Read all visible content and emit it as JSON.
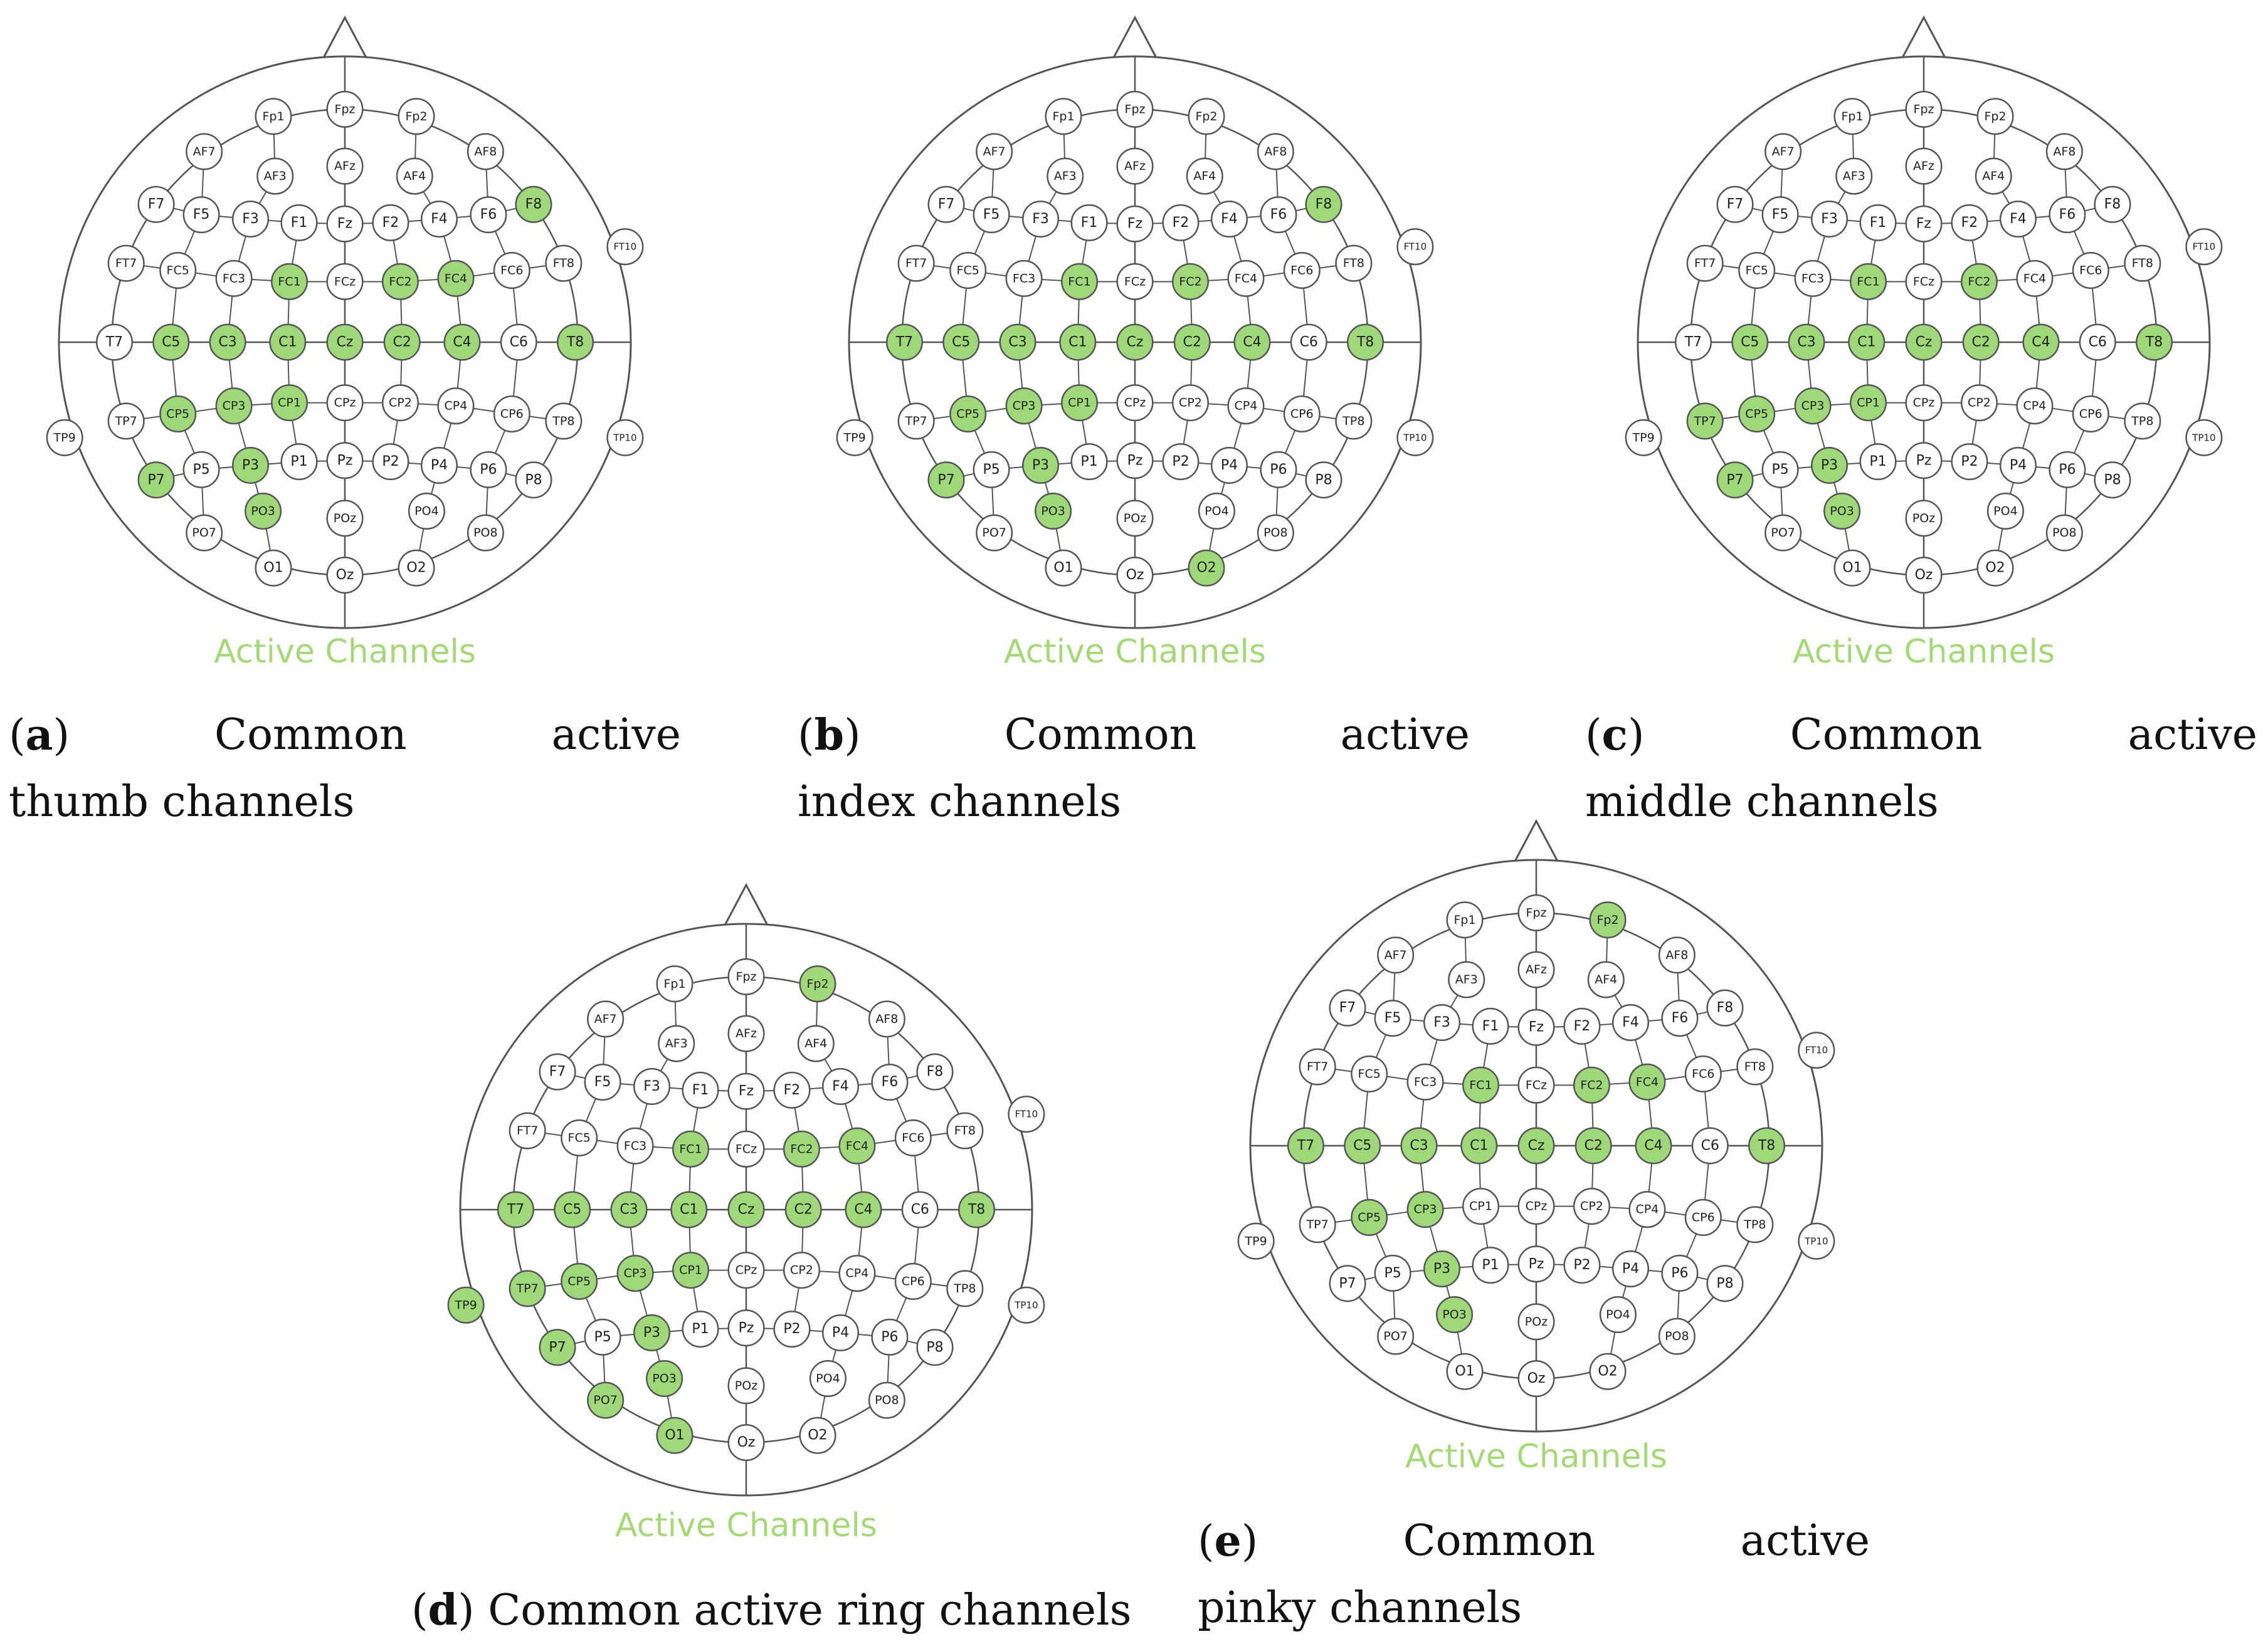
{
  "panels": [
    {
      "id": "a",
      "letter": "a",
      "caption_words": [
        "Common",
        "active"
      ],
      "caption_line2": "thumb channels",
      "footer": "Active Channels",
      "active": [
        "F8",
        "FC1",
        "FC2",
        "FC4",
        "C5",
        "C3",
        "C1",
        "Cz",
        "C2",
        "C4",
        "T8",
        "CP5",
        "CP3",
        "CP1",
        "P7",
        "P3",
        "PO3"
      ]
    },
    {
      "id": "b",
      "letter": "b",
      "caption_words": [
        "Common",
        "active"
      ],
      "caption_line2": "index channels",
      "footer": "Active Channels",
      "active": [
        "F8",
        "FC1",
        "FC2",
        "T7",
        "C5",
        "C3",
        "C1",
        "Cz",
        "C2",
        "C4",
        "T8",
        "CP5",
        "CP3",
        "CP1",
        "P7",
        "P3",
        "PO3",
        "O2"
      ]
    },
    {
      "id": "c",
      "letter": "c",
      "caption_words": [
        "Common",
        "active"
      ],
      "caption_line2": "middle channels",
      "footer": "Active Channels",
      "active": [
        "FC1",
        "FC2",
        "C5",
        "C3",
        "C1",
        "Cz",
        "C2",
        "C4",
        "T8",
        "TP7",
        "CP5",
        "CP3",
        "CP1",
        "P7",
        "P3",
        "PO3"
      ]
    },
    {
      "id": "d",
      "letter": "d",
      "caption_full": "Common active ring channels",
      "footer": "Active Channels",
      "active": [
        "Fp2",
        "FC1",
        "FC2",
        "FC4",
        "T7",
        "C5",
        "C3",
        "C1",
        "Cz",
        "C2",
        "C4",
        "T8",
        "TP9",
        "TP7",
        "CP5",
        "CP3",
        "CP1",
        "P7",
        "P3",
        "PO3",
        "PO7",
        "O1"
      ]
    },
    {
      "id": "e",
      "letter": "e",
      "caption_words": [
        "Common",
        "active"
      ],
      "caption_line2": "pinky channels",
      "footer": "Active Channels",
      "active": [
        "Fp2",
        "FC1",
        "FC2",
        "FC4",
        "T7",
        "C5",
        "C3",
        "C1",
        "Cz",
        "C2",
        "C4",
        "T8",
        "CP5",
        "CP3",
        "P3",
        "PO3"
      ]
    }
  ],
  "electrodes": [
    "Fp1",
    "Fpz",
    "Fp2",
    "AF7",
    "AF3",
    "AFz",
    "AF4",
    "AF8",
    "F7",
    "F5",
    "F3",
    "F1",
    "Fz",
    "F2",
    "F4",
    "F6",
    "F8",
    "FT7",
    "FC5",
    "FC3",
    "FC1",
    "FCz",
    "FC2",
    "FC4",
    "FC6",
    "FT8",
    "FT10",
    "T7",
    "C5",
    "C3",
    "C1",
    "Cz",
    "C2",
    "C4",
    "C6",
    "T8",
    "TP7",
    "CP5",
    "CP3",
    "CP1",
    "CPz",
    "CP2",
    "CP4",
    "CP6",
    "TP8",
    "TP9",
    "TP10",
    "P7",
    "P5",
    "P3",
    "P1",
    "Pz",
    "P2",
    "P4",
    "P6",
    "P8",
    "PO7",
    "PO3",
    "POz",
    "PO4",
    "PO8",
    "O1",
    "Oz",
    "O2"
  ],
  "colors": {
    "active_fill": "#9fd87a",
    "inactive_fill": "#ffffff",
    "outline": "#555555",
    "footer_text": "#a6d87a"
  }
}
